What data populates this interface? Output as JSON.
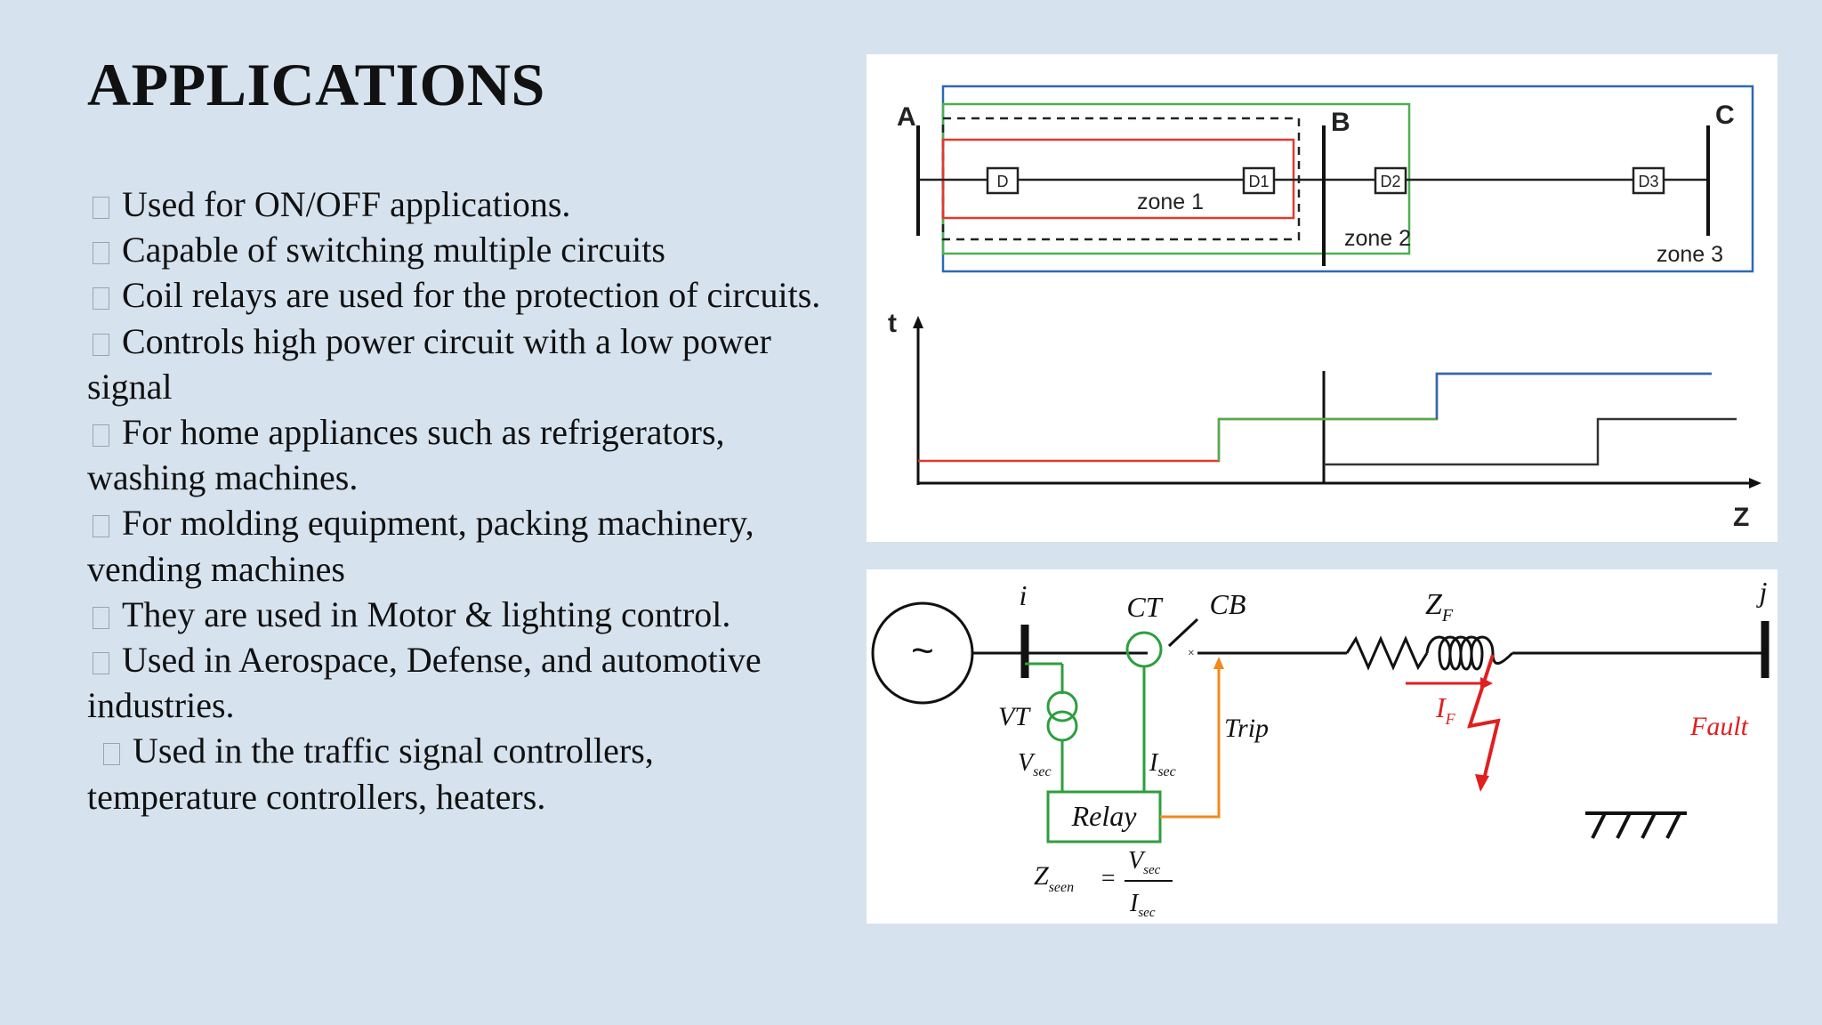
{
  "slide": {
    "title": "APPLICATIONS",
    "bullets": [
      "Used for ON/OFF applications.",
      "Capable of switching multiple circuits",
      "Coil relays are used for the protection of circuits.",
      "Controls high power circuit with a low power signal",
      "For home appliances such as refrigerators, washing machines.",
      "For molding equipment, packing machinery, vending machines",
      "They are used in Motor & lighting control.",
      "Used in Aerospace, Defense, and automotive industries.",
      "Used in the traffic signal controllers, temperature controllers, heaters."
    ]
  },
  "zone_diagram": {
    "bus_labels": {
      "a": "A",
      "b": "B",
      "c": "C"
    },
    "relays": {
      "d": "D",
      "d1": "D1",
      "d2": "D2",
      "d3": "D3"
    },
    "zones": {
      "zone1": "zone 1",
      "zone2": "zone 2",
      "zone3": "zone 3"
    },
    "axes": {
      "t": "t",
      "z": "Z"
    },
    "colors": {
      "zone1": "#e03a2f",
      "zone2": "#4caf50",
      "zone3": "#2a6ab5",
      "dark": "#222222"
    }
  },
  "circuit_diagram": {
    "labels": {
      "source": "~",
      "bus_i": "i",
      "bus_j": "j",
      "ct": "CT",
      "cb": "CB",
      "zf": "Z",
      "zf_sub": "F",
      "vt": "VT",
      "vsec": "V",
      "vsec_sub": "sec",
      "isec": "I",
      "isec_sub": "sec",
      "relay": "Relay",
      "trip": "Trip",
      "if": "I",
      "if_sub": "F",
      "fault": "Fault",
      "zseen": "Z",
      "zseen_sub": "seen",
      "equals": "=",
      "frac_num": "V",
      "frac_num_sub": "sec",
      "frac_den": "I",
      "frac_den_sub": "sec"
    },
    "colors": {
      "green": "#2e9e3e",
      "orange": "#f08a1c",
      "red": "#e01f1f"
    }
  }
}
